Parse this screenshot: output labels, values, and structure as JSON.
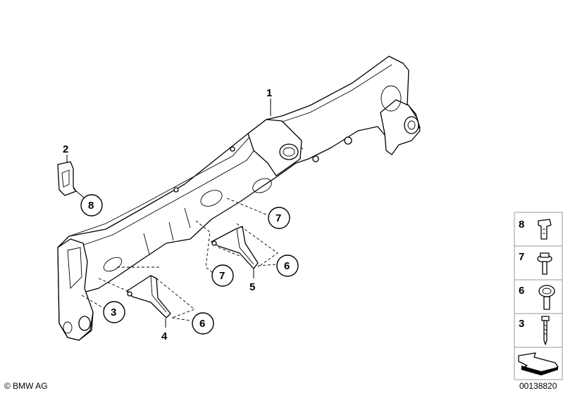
{
  "part_labels": {
    "p1": "1",
    "p2": "2",
    "p4": "4",
    "p5": "5"
  },
  "callouts": {
    "c8": "8",
    "c7_upper": "7",
    "c7_lower": "7",
    "c3": "3",
    "c6_right": "6",
    "c6_bottom": "6"
  },
  "legend": {
    "items": [
      {
        "number": "8",
        "icon": "short-bolt-icon"
      },
      {
        "number": "7",
        "icon": "flange-bolt-icon"
      },
      {
        "number": "6",
        "icon": "washer-bolt-icon"
      },
      {
        "number": "3",
        "icon": "long-screw-icon"
      }
    ],
    "orientation_icon": "direction-arrow-icon"
  },
  "footer": {
    "copyright": "© BMW AG",
    "image_number": "00138820"
  }
}
